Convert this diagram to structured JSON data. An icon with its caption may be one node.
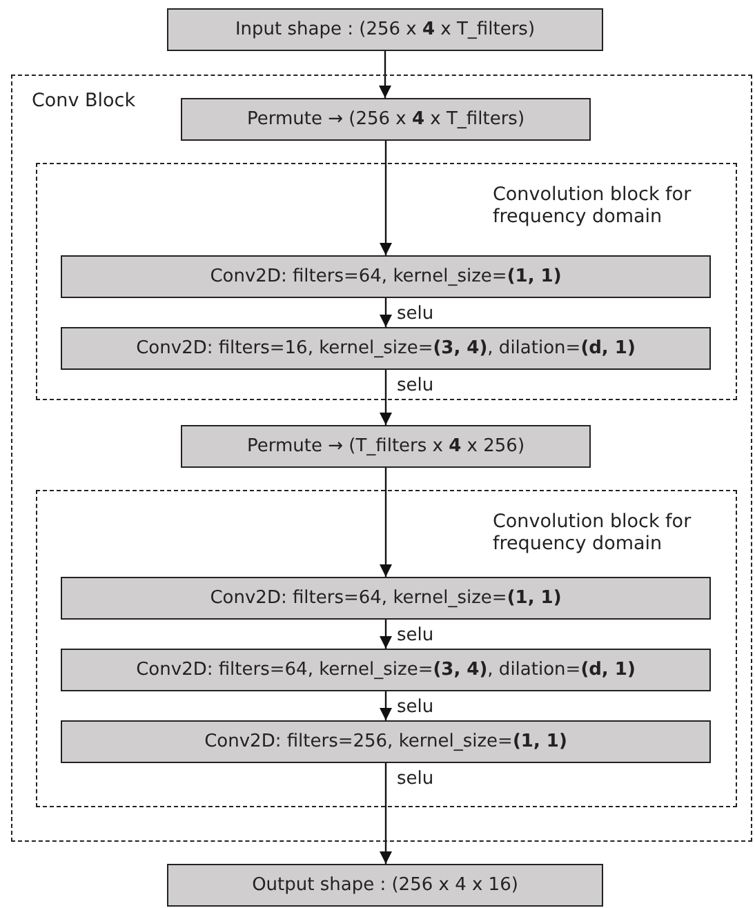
{
  "diagram": {
    "nodes": [
      {
        "text": [
          "Input shape : (256 x **4** x T_filters)"
        ]
      },
      {
        "text": [
          "Conv Block"
        ]
      },
      {
        "text": [
          "Permute → (256 x **4** x T_filters)"
        ],
        "in": 1
      },
      {
        "text": [
          "Convolution block for frequency domain"
        ],
        "in": 1
      },
      {
        "text": [
          "Conv2D: filters=64, kernel_size=**(1, 1)**"
        ],
        "in": 3
      },
      {
        "text": [
          "Conv2D: filters=16, kernel_size=**(3, 4)**, dilation=**(d, 1)**"
        ],
        "in": 3
      },
      {
        "text": [
          "Permute → (T_filters x **4** x 256)"
        ],
        "in": 1
      },
      {
        "text": [
          "Convolution block for frequency domain"
        ],
        "in": 1
      },
      {
        "text": [
          "Conv2D: filters=64, kernel_size=**(1, 1)**"
        ],
        "in": 7
      },
      {
        "text": [
          "Conv2D: filters=64, kernel_size=**(3, 4)**, dilation=**(d, 1)**"
        ],
        "in": 7
      },
      {
        "text": [
          "Conv2D: filters=256, kernel_size=**(1, 1)**"
        ],
        "in": 7
      },
      {
        "text": [
          "Output shape : (256 x 4 x 16)"
        ]
      }
    ],
    "edges": [
      {
        "from": 0,
        "to": 2,
        "arrow": "to"
      },
      {
        "from": 2,
        "to": 4,
        "arrow": "to"
      },
      {
        "from": 4,
        "to": 5,
        "arrow": "to",
        "label": "selu"
      },
      {
        "from": 5,
        "to": 6,
        "arrow": "to",
        "label": "selu"
      },
      {
        "from": 6,
        "to": 8,
        "arrow": "to"
      },
      {
        "from": 8,
        "to": 9,
        "arrow": "to",
        "label": "selu"
      },
      {
        "from": 9,
        "to": 10,
        "arrow": "to",
        "label": "selu"
      },
      {
        "from": 10,
        "to": 11,
        "arrow": "to",
        "label": "selu"
      }
    ]
  }
}
